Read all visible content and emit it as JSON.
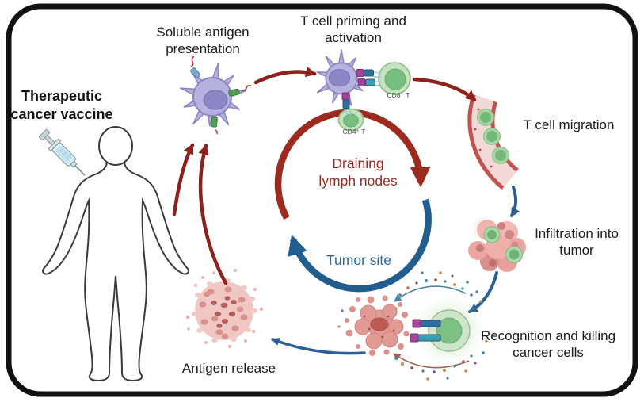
{
  "figure": {
    "title": "Therapeutic cancer vaccine",
    "steps": {
      "soluble_antigen": "Soluble antigen presentation",
      "priming": "T cell priming and activation",
      "migration": "T cell migration",
      "infiltration": "Infiltration into tumor",
      "recognition": "Recognition and killing cancer cells",
      "antigen_release": "Antigen release"
    },
    "cycle": {
      "upper_label": "Draining lymph nodes",
      "lower_label": "Tumor site"
    },
    "cell_labels": {
      "cd8": "CD8⁺ T",
      "cd4": "CD4⁺ T"
    },
    "colors": {
      "cycle_red": "#9d2a1e",
      "cycle_blue": "#215d8e",
      "arrow_red": "#8e211c",
      "arrow_blue": "#2a6094",
      "cycle_red_text": "#a2271d",
      "cycle_blue_text": "#2b6a9e"
    }
  }
}
